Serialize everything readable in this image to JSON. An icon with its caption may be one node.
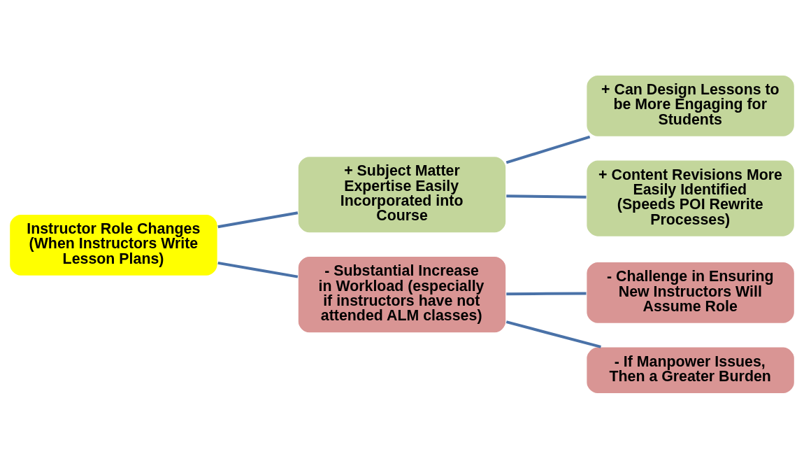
{
  "diagram": {
    "nodes": [
      {
        "text": [
          "Instructor Role Changes (When Instructors Write Lesson Plans)"
        ]
      },
      {
        "text": [
          "+ Subject Matter Expertise Easily Incorporated into Course"
        ]
      },
      {
        "text": [
          "- Substantial Increase in Workload (especially if instructors have not attended ALM classes)"
        ]
      },
      {
        "text": [
          "+ Can Design Lessons to be More Engaging for Students"
        ]
      },
      {
        "text": [
          "+ Content Revisions More Easily Identified (Speeds POI Rewrite Processes)"
        ]
      },
      {
        "text": [
          "- Challenge in Ensuring New Instructors Will Assume Role"
        ]
      },
      {
        "text": [
          "- If Manpower Issues, Then a Greater Burden"
        ]
      }
    ],
    "edges": [
      {
        "from": 0,
        "to": 1,
        "arrow": "none"
      },
      {
        "from": 0,
        "to": 2,
        "arrow": "none"
      },
      {
        "from": 1,
        "to": 3,
        "arrow": "none"
      },
      {
        "from": 1,
        "to": 4,
        "arrow": "none"
      },
      {
        "from": 2,
        "to": 5,
        "arrow": "none"
      },
      {
        "from": 2,
        "to": 6,
        "arrow": "none"
      }
    ]
  }
}
